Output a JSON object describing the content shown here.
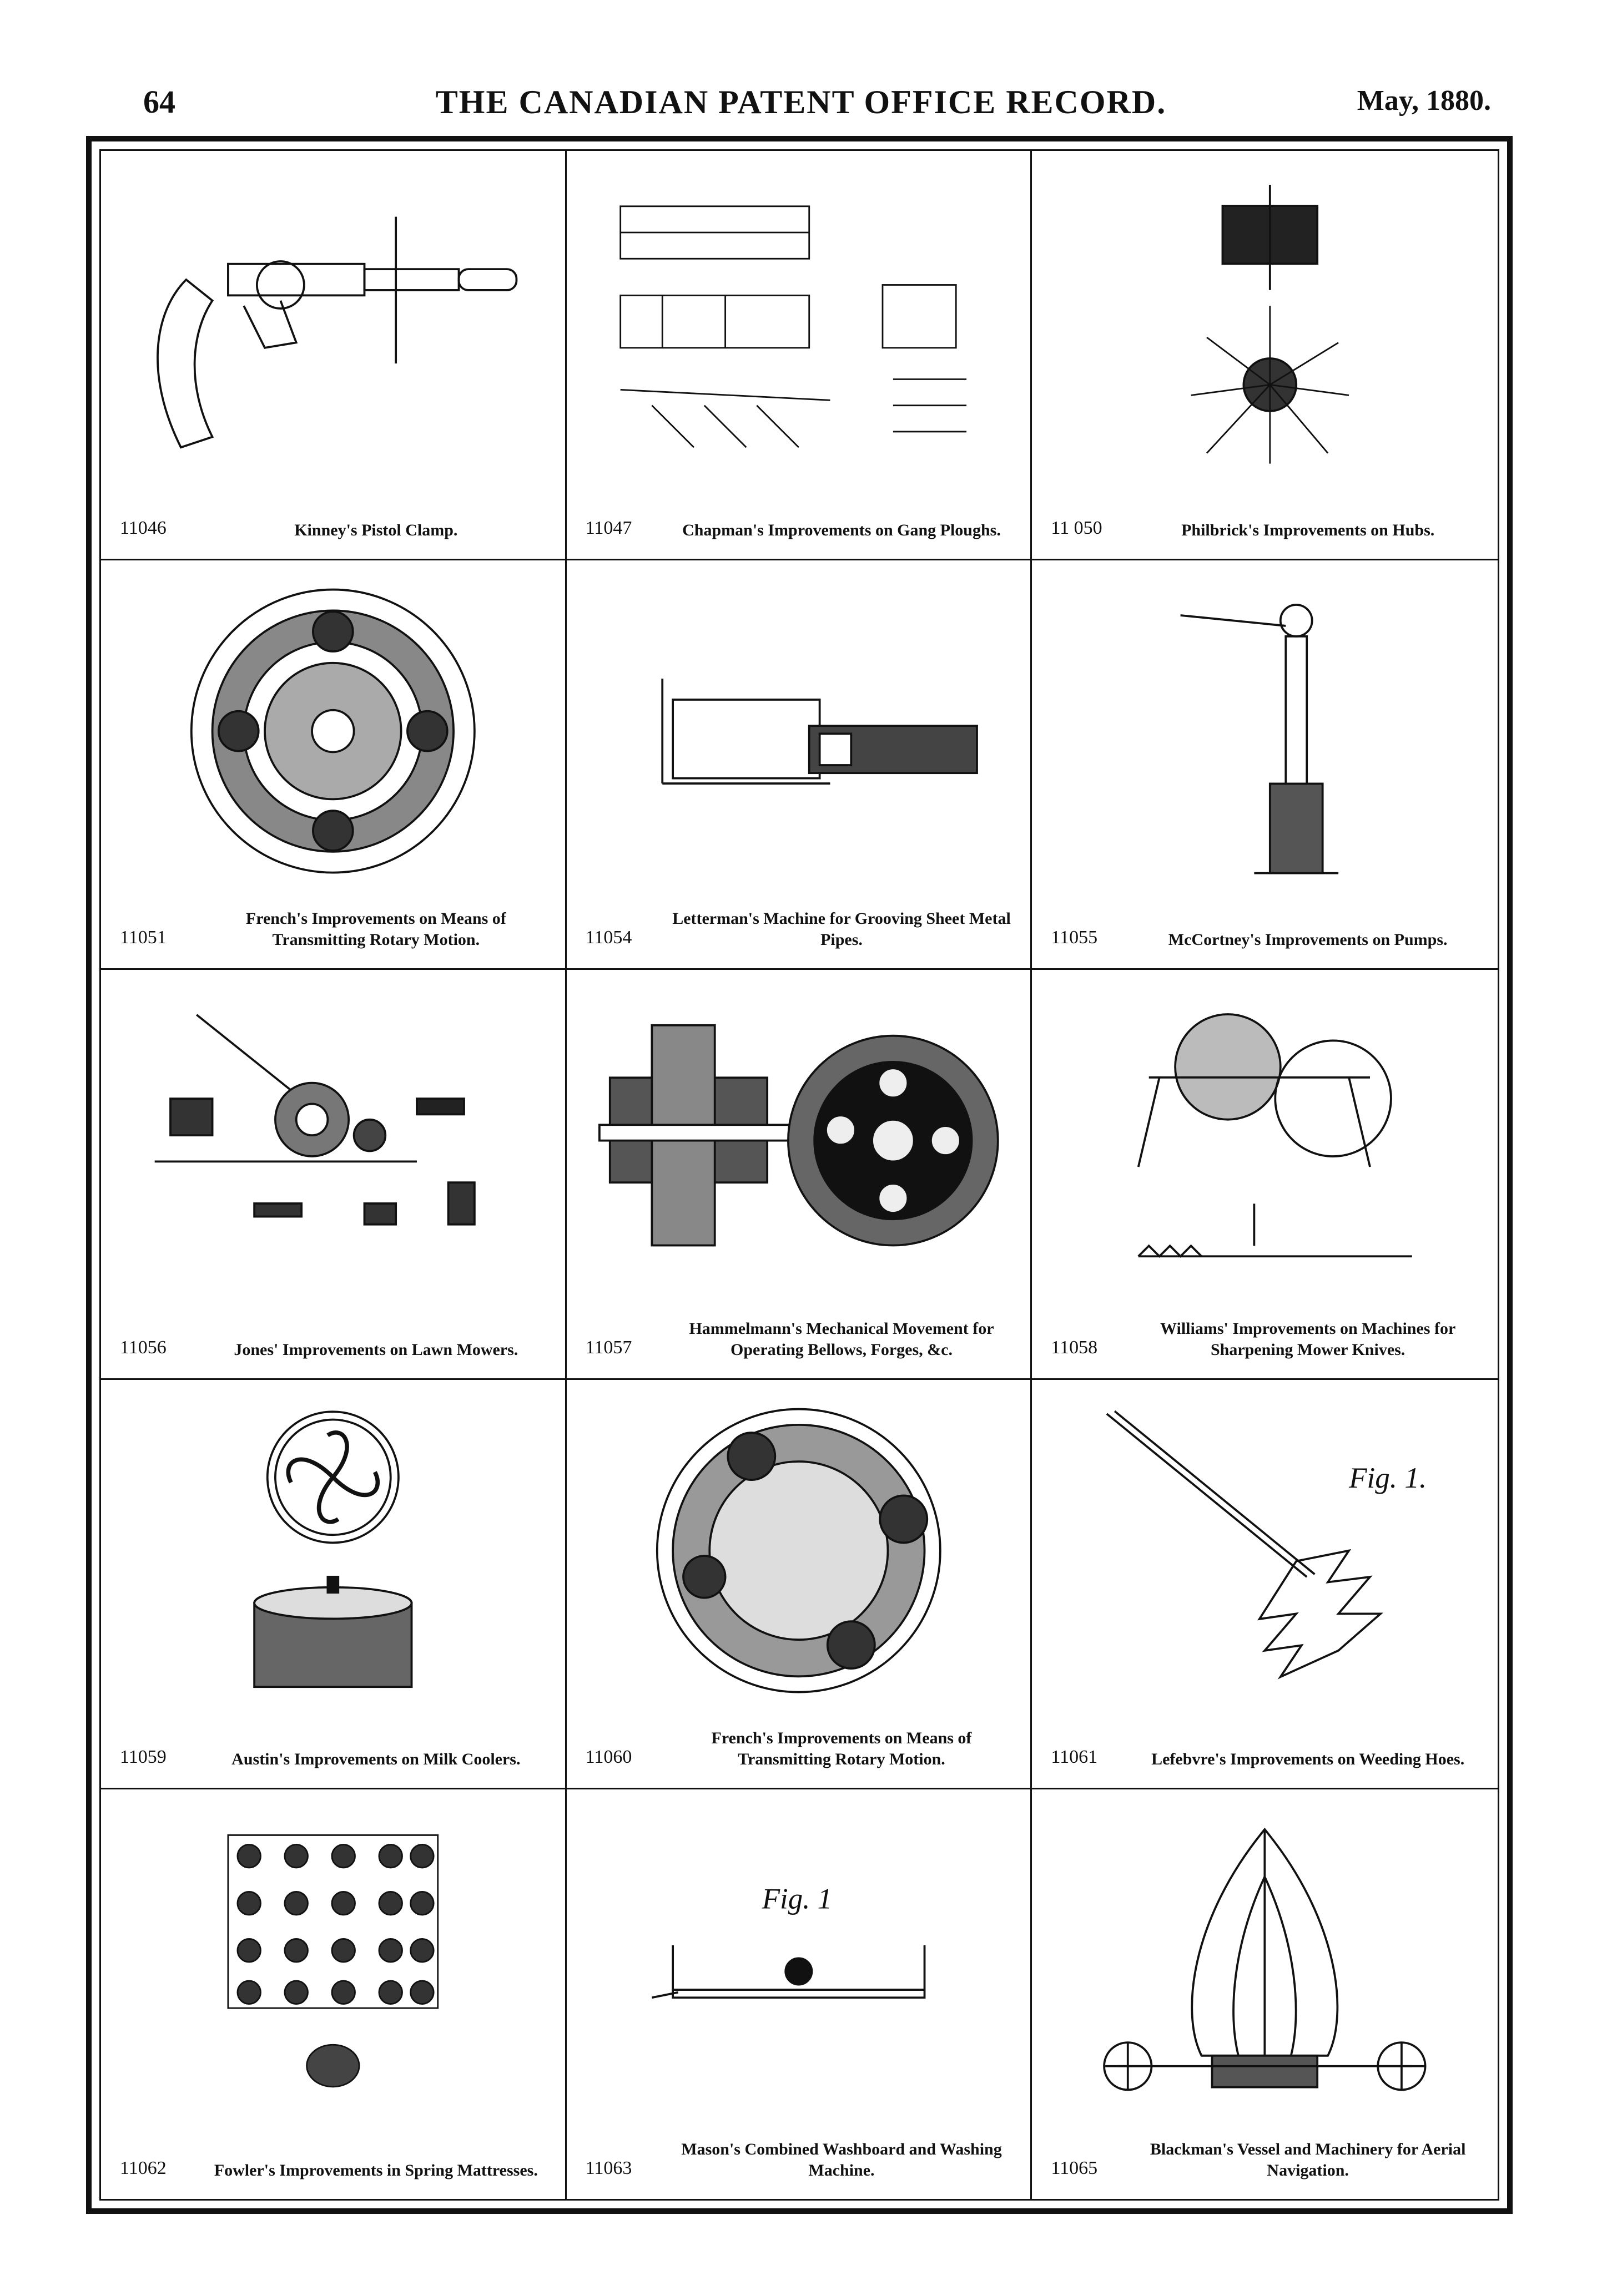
{
  "header": {
    "page_number": "64",
    "journal_title": "THE CANADIAN PATENT OFFICE RECORD.",
    "issue_date": "May, 1880."
  },
  "patents": [
    {
      "number": "11046",
      "title": "Kinney's Pistol Clamp.",
      "figure": "pistol-clamp-drawing"
    },
    {
      "number": "11047",
      "title": "Chapman's Improvements on Gang Ploughs.",
      "figure": "gang-plough-drawing"
    },
    {
      "number": "11 050",
      "title": "Philbrick's Improvements on Hubs.",
      "figure": "hub-drawing"
    },
    {
      "number": "11051",
      "title": "French's Improvements on Means of Transmitting Rotary Motion.",
      "figure": "rotary-motion-drawing"
    },
    {
      "number": "11054",
      "title": "Letterman's Machine for Grooving Sheet Metal Pipes.",
      "figure": "grooving-machine-drawing"
    },
    {
      "number": "11055",
      "title": "McCortney's Improvements on Pumps.",
      "figure": "pump-drawing"
    },
    {
      "number": "11056",
      "title": "Jones' Improvements on Lawn Mowers.",
      "figure": "lawn-mower-drawing"
    },
    {
      "number": "11057",
      "title": "Hammelmann's Mechanical Movement for Operating Bellows, Forges, &c.",
      "figure": "bellows-movement-drawing"
    },
    {
      "number": "11058",
      "title": "Williams' Improvements on Machines for Sharpening Mower Knives.",
      "figure": "knife-sharpener-drawing"
    },
    {
      "number": "11059",
      "title": "Austin's Improvements on Milk Coolers.",
      "figure": "milk-cooler-drawing"
    },
    {
      "number": "11060",
      "title": "French's Improvements on Means of Transmitting Rotary Motion.",
      "figure": "rotary-motion-drawing-2"
    },
    {
      "number": "11061",
      "title": "Lefebvre's Improvements on Weeding Hoes.",
      "figure": "weeding-hoe-drawing"
    },
    {
      "number": "11062",
      "title": "Fowler's Improvements in Spring Mattresses.",
      "figure": "spring-mattress-drawing"
    },
    {
      "number": "11063",
      "title": "Mason's Combined Washboard and Washing Machine.",
      "figure": "washboard-drawing"
    },
    {
      "number": "11065",
      "title": "Blackman's Vessel and Machinery for Aerial Navigation.",
      "figure": "aerial-vessel-drawing"
    }
  ],
  "figure_labels": {
    "washboard": "Fig. 1",
    "hoe": "Fig. 1."
  }
}
